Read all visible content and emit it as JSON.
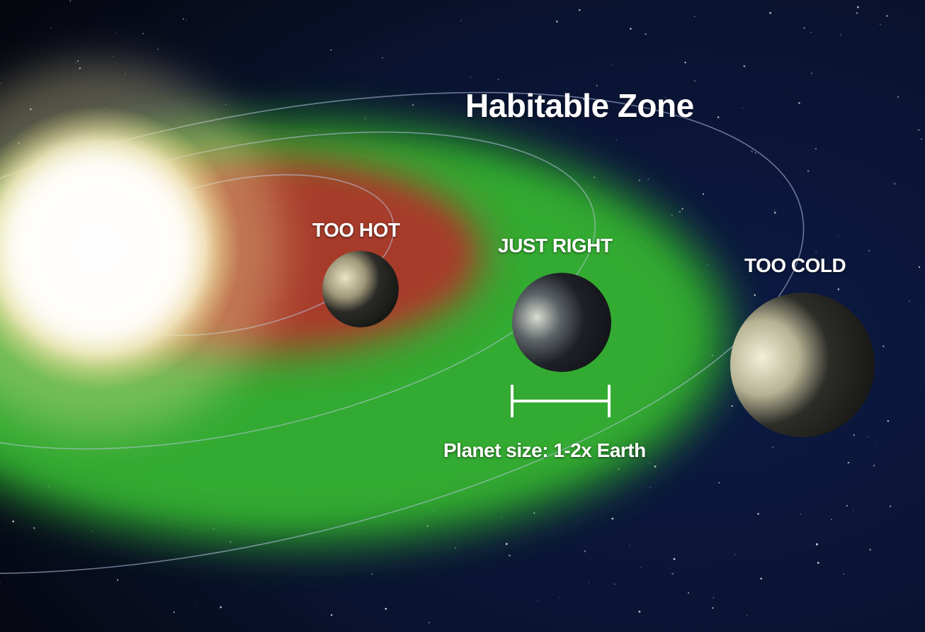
{
  "title": "Habitable Zone",
  "zones": {
    "hot": "TOO HOT",
    "right": "JUST RIGHT",
    "cold": "TOO COLD"
  },
  "size_label": "Planet size: 1-2x Earth",
  "colors": {
    "space": "#0a1024",
    "star": "#fffbe8",
    "hot_zone": "#b4382a",
    "habitable_zone": "#2fa32f",
    "orbit": "#b9c8e6",
    "scale_bar": "#ffffff"
  },
  "icons": [
    "star-icon",
    "planet-hot-icon",
    "planet-habitable-icon",
    "planet-cold-icon"
  ]
}
